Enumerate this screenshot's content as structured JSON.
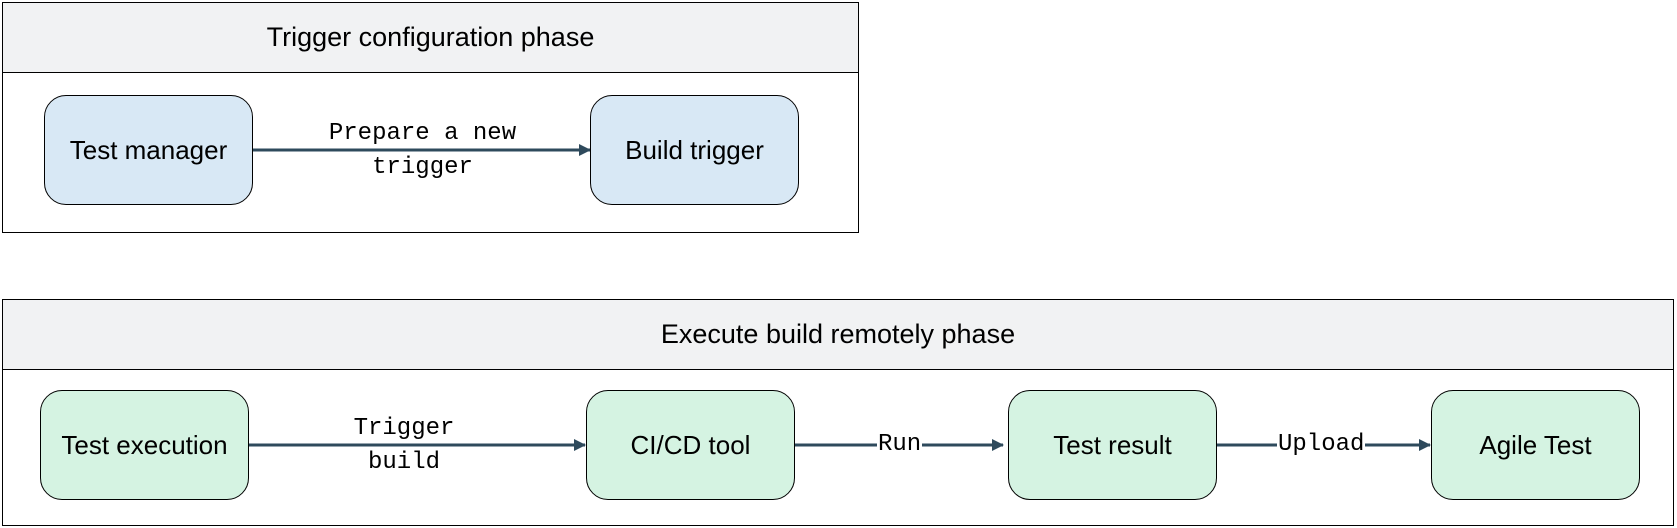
{
  "phases": [
    {
      "title": "Trigger configuration phase",
      "nodes": [
        {
          "label": "Test manager",
          "color": "#d8e8f5"
        },
        {
          "label": "Build trigger",
          "color": "#d8e8f5"
        }
      ],
      "edges": [
        {
          "from": "Test manager",
          "to": "Build trigger",
          "label": "Prepare a new trigger"
        }
      ]
    },
    {
      "title": "Execute build remotely phase",
      "nodes": [
        {
          "label": "Test execution",
          "color": "#d5f3e2"
        },
        {
          "label": "CI/CD tool",
          "color": "#d5f3e2"
        },
        {
          "label": "Test result",
          "color": "#d5f3e2"
        },
        {
          "label": "Agile Test",
          "color": "#d5f3e2"
        }
      ],
      "edges": [
        {
          "from": "Test execution",
          "to": "CI/CD tool",
          "label": "Trigger build"
        },
        {
          "from": "CI/CD tool",
          "to": "Test result",
          "label": "Run"
        },
        {
          "from": "Test result",
          "to": "Agile Test",
          "label": "Upload"
        }
      ]
    }
  ],
  "colors": {
    "arrow": "#2e4a5c",
    "header_bg": "#f1f2f3"
  }
}
